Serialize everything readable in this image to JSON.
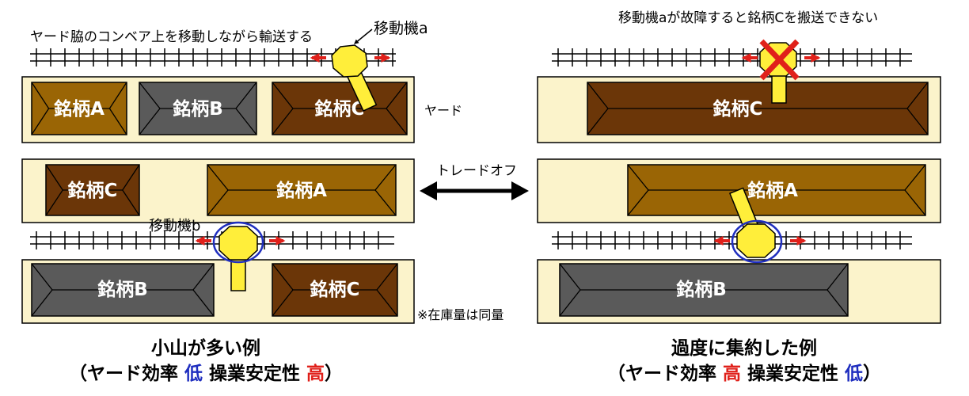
{
  "colors": {
    "yard": "#fbf3cb",
    "pile_a": "#9a6505",
    "pile_b": "#5a5a5a",
    "pile_c": "#6b3608",
    "machine": "#ffee3a",
    "arrow_red": "#e0201a",
    "circle_blue": "#1f2ebf",
    "low_blue": "#1f2ebf",
    "high_red": "#e0201a"
  },
  "labels": {
    "conveyor_move": "ヤード脇のコンベア上を移動しながら輸送する",
    "machine_a": "移動機a",
    "machine_b": "移動機b",
    "yard": "ヤード",
    "tradeoff": "トレードオフ",
    "stock_note": "※在庫量は同量",
    "failure_note": "移動機aが故障すると銘柄Cを搬送できない"
  },
  "piles": {
    "a": "銘柄A",
    "b": "銘柄B",
    "c": "銘柄C"
  },
  "left_caption": {
    "title": "小山が多い例",
    "open": "（ヤード効率 ",
    "eff_value": "低",
    "mid": " 操業安定性 ",
    "stab_value": "高",
    "close": "）"
  },
  "right_caption": {
    "title": "過度に集約した例",
    "open": "（ヤード効率 ",
    "eff_value": "高",
    "mid": " 操業安定性 ",
    "stab_value": "低",
    "close": "）"
  }
}
